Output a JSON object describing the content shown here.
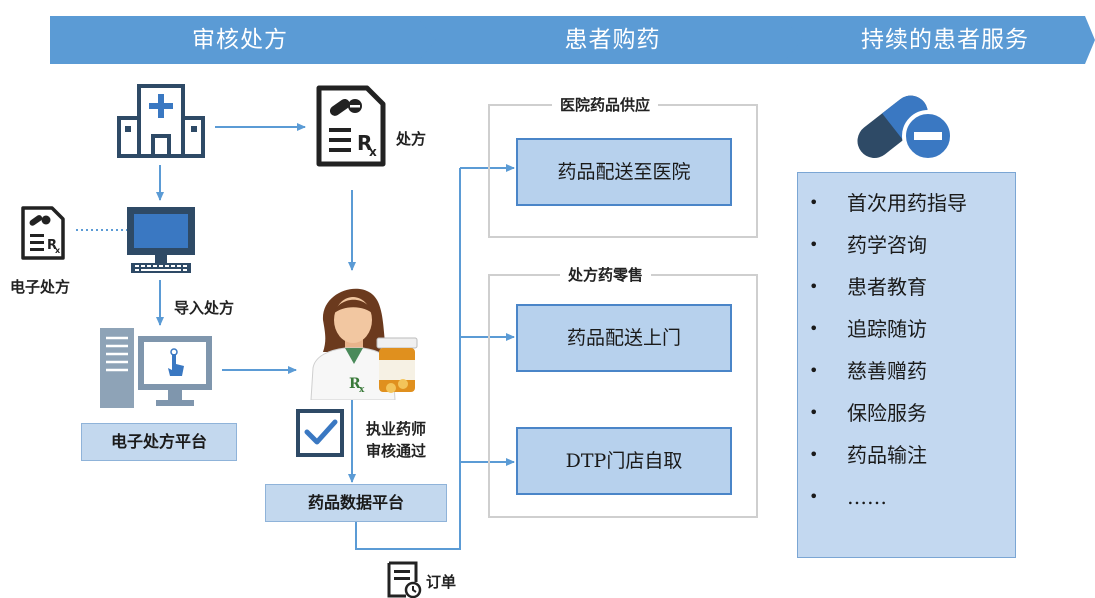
{
  "colors": {
    "banner": "#5b9bd5",
    "icon_dark": "#2e4a66",
    "icon_blue": "#3a78c2",
    "arrow": "#5b9bd5",
    "box_fill": "#b7d1ed",
    "box_border": "#4a85c8"
  },
  "banner": {
    "stage1": "审核处方",
    "stage2": "患者购药",
    "stage3": "持续的患者服务"
  },
  "flow": {
    "prescription_label": "处方",
    "e_prescription_label": "电子处方",
    "import_label": "导入处方",
    "e_platform_label": "电子处方平台",
    "pharmacist_approval_line1": "执业药师",
    "pharmacist_approval_line2": "审核通过",
    "drug_data_platform_label": "药品数据平台",
    "order_label": "订单"
  },
  "hospital_supply": {
    "title": "医院药品供应",
    "box": "药品配送至医院"
  },
  "retail": {
    "title": "处方药零售",
    "box1": "药品配送上门",
    "box2": "DTP门店自取"
  },
  "services": {
    "icon": "pill-capsule-icon",
    "bullet": "•",
    "items": [
      "首次用药指导",
      "药学咨询",
      "患者教育",
      "追踪随访",
      "慈善赠药",
      "保险服务",
      "药品输注",
      "……"
    ]
  }
}
